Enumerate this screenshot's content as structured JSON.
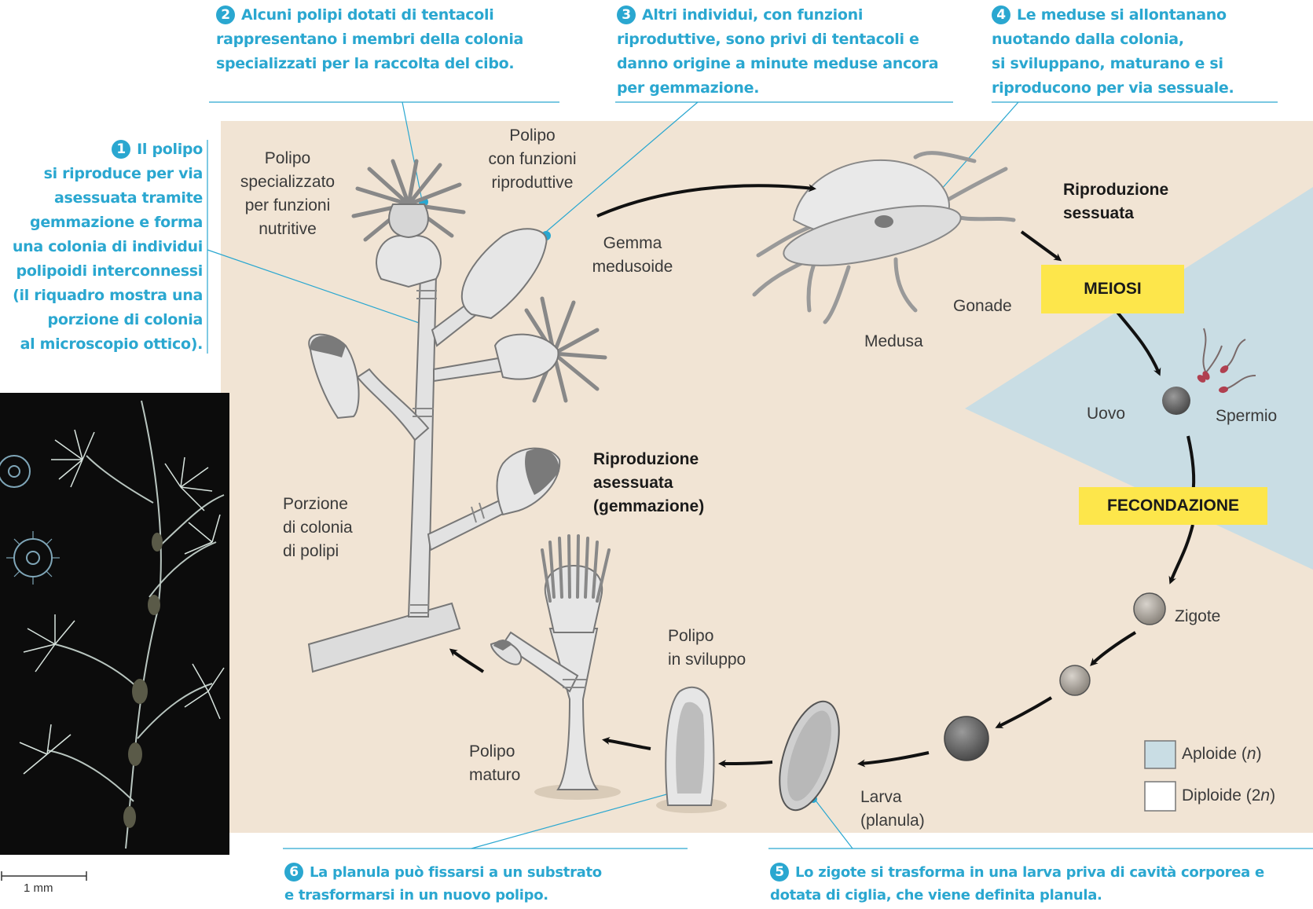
{
  "callouts": {
    "c1": {
      "num": "1",
      "lines": [
        "Il polipo",
        "si riproduce per via",
        "asessuata tramite",
        "gemmazione e forma",
        "una colonia di individui",
        "polipoidi interconnessi",
        "(il riquadro mostra una",
        "porzione di colonia",
        "al microscopio ottico)."
      ]
    },
    "c2": {
      "num": "2",
      "lines": [
        "Alcuni polipi dotati di tentacoli",
        "rappresentano i membri della colonia",
        "specializzati per la raccolta del cibo."
      ]
    },
    "c3": {
      "num": "3",
      "lines": [
        "Altri individui, con funzioni",
        "riproduttive, sono privi di tentacoli e",
        "danno origine a minute meduse ancora",
        "per gemmazione."
      ]
    },
    "c4": {
      "num": "4",
      "lines": [
        "Le meduse si allontanano",
        "nuotando dalla colonia,",
        "si sviluppano, maturano e si",
        "riproducono per via sessuale."
      ]
    },
    "c5": {
      "num": "5",
      "lines": [
        "Lo zigote si trasforma in una larva priva di cavità corporea e",
        "dotata di ciglia, che viene definita planula."
      ]
    },
    "c6": {
      "num": "6",
      "lines": [
        "La planula può fissarsi a un substrato",
        "e trasformarsi in un nuovo polipo."
      ]
    }
  },
  "labels": {
    "polipo_nutritivo": [
      "Polipo",
      "specializzato",
      "per funzioni",
      "nutritive"
    ],
    "polipo_riproduttivo": [
      "Polipo",
      "con funzioni",
      "riproduttive"
    ],
    "gemma": [
      "Gemma",
      "medusoide"
    ],
    "porzione": [
      "Porzione",
      "di colonia",
      "di polipi"
    ],
    "medusa": "Medusa",
    "gonade": "Gonade",
    "uovo": "Uovo",
    "spermio": "Spermio",
    "zigote": "Zigote",
    "larva": [
      "Larva",
      "(planula)"
    ],
    "polipo_sviluppo": [
      "Polipo",
      "in sviluppo"
    ],
    "polipo_maturo": [
      "Polipo",
      "maturo"
    ],
    "ripr_sessuata": [
      "Riproduzione",
      "sessuata"
    ],
    "ripr_asessuata": [
      "Riproduzione",
      "asessuata",
      "(gemmazione)"
    ]
  },
  "tags": {
    "meiosi": "MEIOSI",
    "fecondazione": "FECONDAZIONE"
  },
  "legend": {
    "aploide": {
      "text": "Aploide (",
      "sym": "n",
      "close": ")",
      "color": "#c9dde4"
    },
    "diploide": {
      "text": "Diploide (2",
      "sym": "n",
      "close": ")",
      "color": "#ffffff"
    }
  },
  "scale_bar": "1 mm",
  "colors": {
    "accent": "#2aa7d0",
    "diploid_bg": "#f1e4d4",
    "haploid_bg": "#c9dde4",
    "tag": "#fde64b"
  }
}
